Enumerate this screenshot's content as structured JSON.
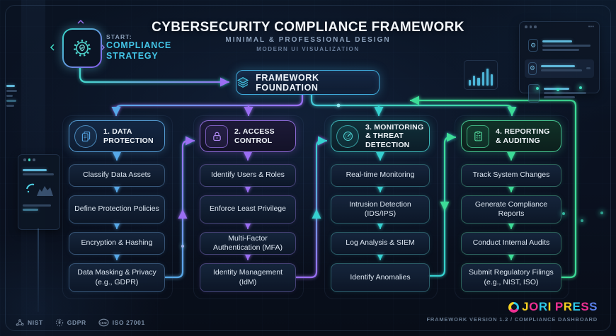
{
  "header": {
    "title": "CYBERSECURITY COMPLIANCE FRAMEWORK",
    "subtitle": "MINIMAL & PROFESSIONAL DESIGN",
    "tagline": "MODERN UI VISUALIZATION"
  },
  "start": {
    "prefix": "START:",
    "line1": "COMPLIANCE",
    "line2": "STRATEGY",
    "icon": "gear-shield-icon"
  },
  "foundation": {
    "label": "FRAMEWORK FOUNDATION",
    "icon": "layers-icon"
  },
  "columns": [
    {
      "title": "1. DATA PROTECTION",
      "accent": "#57a8e8",
      "icon": "documents-icon",
      "items": [
        "Classify Data Assets",
        "Define Protection Policies",
        "Encryption & Hashing",
        "Data Masking & Privacy (e.g., GDPR)"
      ]
    },
    {
      "title": "2. ACCESS CONTROL",
      "accent": "#9b6ef3",
      "icon": "lock-icon",
      "items": [
        "Identify Users & Roles",
        "Enforce Least Privilege",
        "Multi-Factor Authentication (MFA)",
        "Identity Management (IdM)"
      ]
    },
    {
      "title": "3. MONITORING & THREAT DETECTION",
      "accent": "#36d0d0",
      "icon": "radar-icon",
      "items": [
        "Real-time Monitoring",
        "Intrusion Detection (IDS/IPS)",
        "Log Analysis & SIEM",
        "Identify Anomalies"
      ]
    },
    {
      "title": "4. REPORTING & AUDITING",
      "accent": "#3ddc97",
      "icon": "clipboard-checklist-icon",
      "items": [
        "Track System Changes",
        "Generate Compliance Reports",
        "Conduct Internal Audits",
        "Submit Regulatory Filings (e.g., NIST, ISO)"
      ]
    }
  ],
  "footer": {
    "badges": [
      {
        "label": "NIST",
        "icon": "circuit-icon"
      },
      {
        "label": "GDPR",
        "icon": "stars-circle-icon"
      },
      {
        "label": "ISO 27001",
        "icon": "iso-seal-icon"
      }
    ],
    "logo_letters": [
      {
        "ch": "J",
        "style": "color:#f5d021"
      },
      {
        "ch": "O",
        "style": "color:#ee2f92"
      },
      {
        "ch": "R",
        "style": "color:#2ec9e8"
      },
      {
        "ch": "I",
        "style": "color:#f5d021"
      },
      {
        "ch": "P",
        "style": "color:#ee2f92"
      },
      {
        "ch": "R",
        "style": "color:#f5d021"
      },
      {
        "ch": "E",
        "style": "color:#2ec9e8"
      },
      {
        "ch": "S",
        "style": "color:#ee2f92"
      },
      {
        "ch": "S",
        "style": "color:#5a7fe8"
      }
    ],
    "caption": "FRAMEWORK VERSION 1.2 / COMPLIANCE DASHBOARD"
  }
}
